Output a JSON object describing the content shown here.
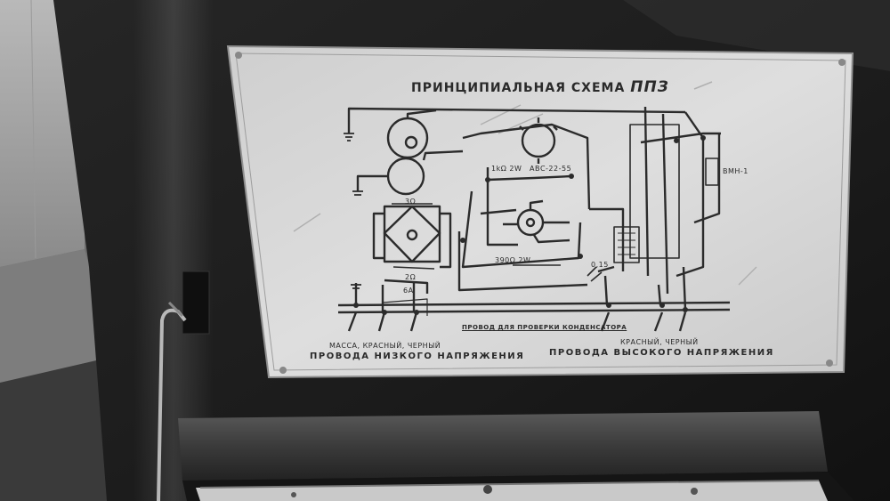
{
  "plate": {
    "title": "ПРИНЦИПИАЛЬНАЯ СХЕМА",
    "title_accent": "ППЗ",
    "resistor_top": "3Ω",
    "resistor_bottom": "2Ω",
    "fuse": "6А",
    "resistor_1k": "1kΩ 2W",
    "diode": "АВС-22-55",
    "resistor_390": "390Ω 2W",
    "cap_value": "0,15",
    "vmn": "ВМН-1",
    "capacitor_wire": "ПРОВОД ДЛЯ ПРОВЕРКИ КОНДЕНСАТОРА",
    "low_colors": "МАССА, КРАСНЫЙ, ЧЕРНЫЙ",
    "low_title": "ПРОВОДА НИЗКОГО НАПРЯЖЕНИЯ",
    "high_colors": "КРАСНЫЙ, ЧЕРНЫЙ",
    "high_title": "ПРОВОДА ВЫСОКОГО НАПРЯЖЕНИЯ"
  },
  "colors": {
    "plate": "#d9d9d9",
    "case": "#1c1c1c",
    "ink": "#2a2a2a"
  }
}
